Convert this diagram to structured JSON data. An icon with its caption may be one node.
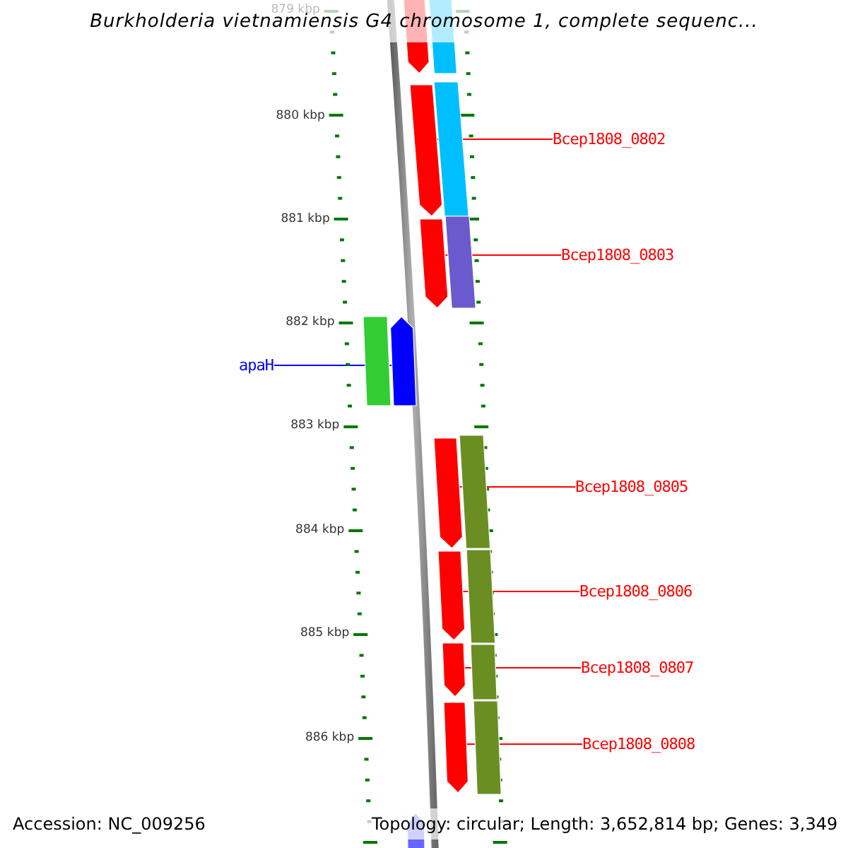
{
  "diagram": {
    "title": "Burkholderia vietnamiensis G4 chromosome 1, complete sequenc...",
    "nodes": [
      {
        "text": [
          "Bcep1808_0802"
        ]
      },
      {
        "text": [],
        "shape": "arrow"
      },
      {
        "text": [
          "Bcep1808_0803"
        ]
      },
      {
        "text": [],
        "shape": "arrow"
      },
      {
        "text": [
          "apaH"
        ]
      },
      {
        "text": [],
        "shape": "arrow"
      },
      {
        "text": [
          "Bcep1808_0805"
        ]
      },
      {
        "text": [],
        "shape": "arrow"
      },
      {
        "text": [
          "Bcep1808_0806"
        ]
      },
      {
        "text": [],
        "shape": "arrow"
      },
      {
        "text": [
          "Bcep1808_0807"
        ]
      },
      {
        "text": [],
        "shape": "arrow"
      },
      {
        "text": [
          "Bcep1808_0808"
        ]
      },
      {
        "text": [],
        "shape": "arrow"
      },
      {
        "text": [],
        "shape": "arrow"
      },
      {
        "text": [],
        "shape": "bar"
      },
      {
        "text": [],
        "shape": "bar"
      },
      {
        "text": [],
        "shape": "bar"
      },
      {
        "text": [],
        "shape": "bar"
      },
      {
        "text": [],
        "shape": "bar"
      },
      {
        "text": [],
        "shape": "bar"
      },
      {
        "text": [],
        "shape": "bar"
      },
      {
        "text": [],
        "shape": "bar"
      },
      {
        "text": [],
        "shape": "arrow"
      }
    ],
    "edges": [
      {
        "from": 0,
        "to": 1,
        "arrow": "none"
      },
      {
        "from": 2,
        "to": 3,
        "arrow": "none"
      },
      {
        "from": 4,
        "to": 5,
        "arrow": "none",
        "color": "#0000ff"
      },
      {
        "from": 6,
        "to": 7,
        "arrow": "none"
      },
      {
        "from": 8,
        "to": 9,
        "arrow": "none"
      },
      {
        "from": 10,
        "to": 11,
        "arrow": "none"
      },
      {
        "from": 12,
        "to": 13,
        "arrow": "none"
      }
    ],
    "labels": [
      "879 kbp",
      "880 kbp",
      "881 kbp",
      "882 kbp",
      "883 kbp",
      "884 kbp",
      "885 kbp",
      "886 kbp",
      "Accession: NC_009256",
      "Topology: circular; Length: 3,652,814 bp; Genes: 3,349"
    ]
  }
}
